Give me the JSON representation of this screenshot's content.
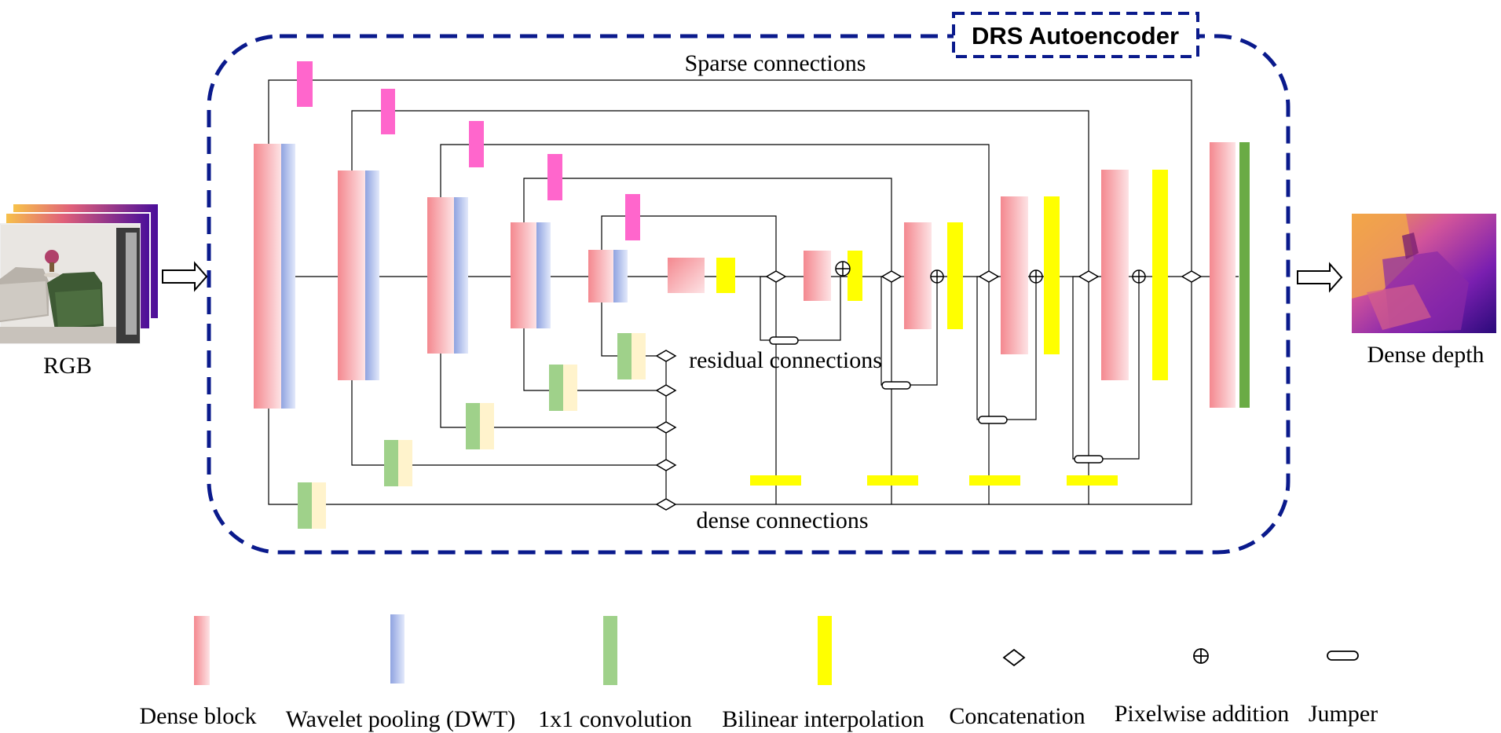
{
  "title": "DRS Autoencoder",
  "labels": {
    "input": "RGB",
    "output": "Dense depth",
    "sparse": "Sparse connections",
    "residual": "residual connections",
    "dense": "dense connections"
  },
  "legend": [
    {
      "key": "dense_block",
      "label": "Dense block"
    },
    {
      "key": "wavelet",
      "label": "Wavelet pooling (DWT)"
    },
    {
      "key": "conv1x1",
      "label": "1x1 convolution"
    },
    {
      "key": "bilinear",
      "label": "Bilinear interpolation"
    },
    {
      "key": "concat",
      "label": "Concatenation"
    },
    {
      "key": "add",
      "label": "Pixelwise addition"
    },
    {
      "key": "jumper",
      "label": "Jumper"
    }
  ],
  "colors": {
    "frame": "#0a1a8c",
    "dense_block": "#f4888f",
    "wavelet": "#8fa3e0",
    "conv1x1": "#9fd18a",
    "conv1x1_light": "#fff3cc",
    "bilinear": "#ffff00",
    "sparse_box": "#ff66cc",
    "final_conv": "#6aab45"
  }
}
